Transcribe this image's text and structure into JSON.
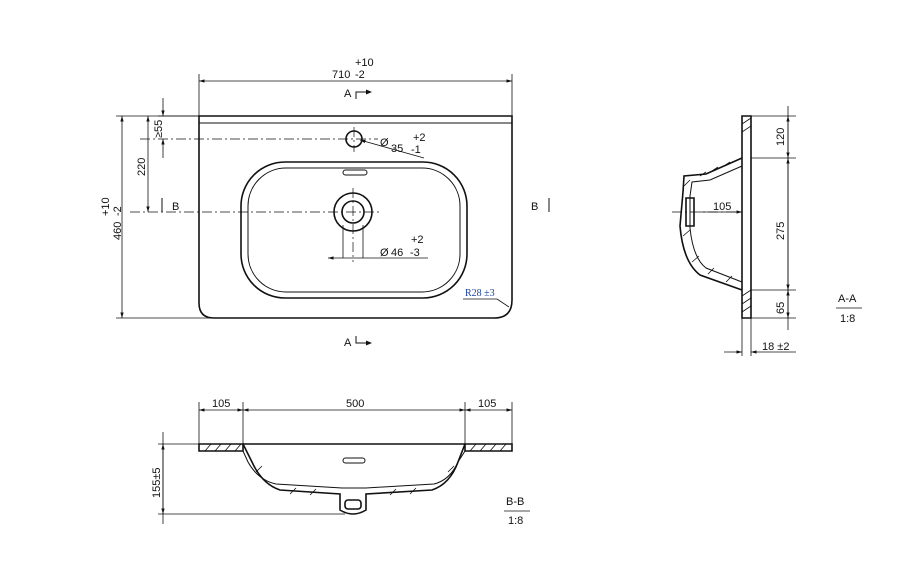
{
  "top_view": {
    "width_main": "710",
    "width_tol_plus": "+10",
    "width_tol_minus": "-2",
    "depth_main": "460",
    "depth_tol_plus": "+10",
    "depth_tol_minus": "-2",
    "tap_offset": "≥55",
    "drain_offset": "220",
    "tap_hole_sym": "Ø",
    "tap_hole": "35",
    "tap_hole_tol_plus": "+2",
    "tap_hole_tol_minus": "-1",
    "drain_hole_sym": "Ø",
    "drain_hole": "46",
    "drain_hole_tol_plus": "+2",
    "drain_hole_tol_minus": "-3",
    "corner_radius": "R28 ±3",
    "section_a_top": "A",
    "section_a_bottom": "A",
    "section_b_left": "B",
    "section_b_right": "B"
  },
  "side_section": {
    "dim_top": "120",
    "dim_mid": "275",
    "dim_bottom": "65",
    "dim_drain": "105",
    "dim_wall": "18 ±2",
    "label": "A-A",
    "scale": "1:8"
  },
  "front_section": {
    "dim_left": "105",
    "dim_center": "500",
    "dim_right": "105",
    "dim_height": "155±5",
    "label": "B-B",
    "scale": "1:8"
  }
}
